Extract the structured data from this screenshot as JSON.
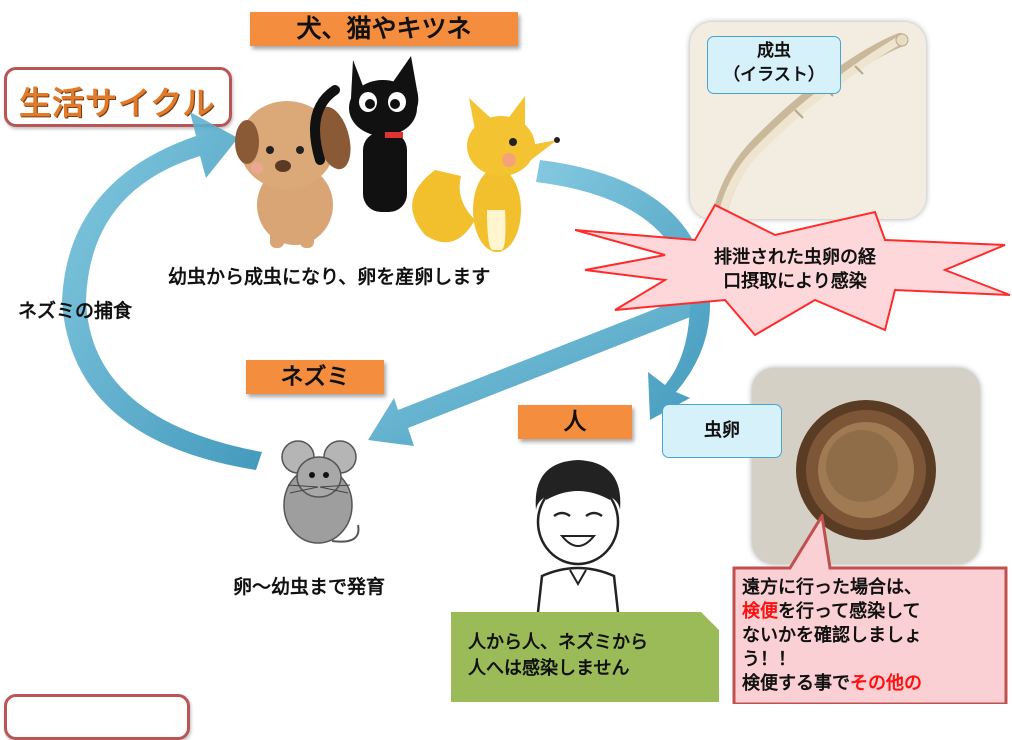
{
  "title": "生活サイクル",
  "host_label": "犬、猫やキツネ",
  "host_caption": "幼虫から成虫になり、卵を産卵します",
  "predation_label": "ネズミの捕食",
  "mouse_label": "ネズミ",
  "mouse_caption": "卵～幼虫まで発育",
  "human_label": "人",
  "adult_label_line1": "成虫",
  "adult_label_line2": "（イラスト）",
  "infection_line1": "排泄された虫卵の経",
  "infection_line2": "口摂取により感染",
  "egg_label": "虫卵",
  "note_line1": "人から人、ネズミから",
  "note_line2": "人へは感染しません",
  "advice": {
    "l1": "遠方に行った場合は、",
    "l2_red": "検便",
    "l2_rest": "を行って感染して",
    "l3": "ないかを確認しましょ",
    "l4": "う！！",
    "l5_start": "検便する事で",
    "l5_red": "その他の"
  },
  "colors": {
    "label_orange": "#f58d3f",
    "arrow_blue": "#4aa6c8",
    "burst_fill": "#fdd7da",
    "burst_stroke": "#ff2b2b",
    "note_green": "#9bbb59",
    "callout_pink": "#fbd0d4",
    "callout_border": "#c0504d"
  }
}
